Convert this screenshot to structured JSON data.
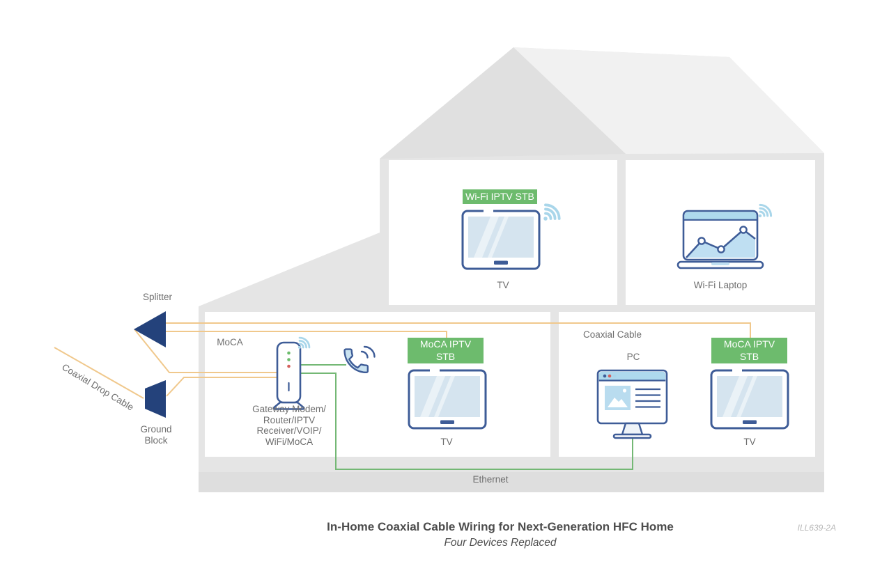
{
  "colors": {
    "navy": "#24427b",
    "outline": "#3e5c97",
    "coax": "#f0c88c",
    "ethernet": "#74b875",
    "label_green": "#6dbb6d",
    "wifi_blue": "#a9d6ea",
    "bar_blue": "#aed9ed",
    "screen_blue": "#d5e4ef",
    "chart_blue": "#bfdff2",
    "image_blue": "#b9dcef",
    "phone_blue": "#c9e2f0",
    "led_green": "#6cbc6c",
    "led_red": "#d4605c",
    "house_body": "#e5e5e5",
    "house_gable": "#e0e0e0",
    "house_roof": "#f1f1f1",
    "house_foundation": "#dedede",
    "text_gray": "#6e6e6e",
    "title_gray": "#4d4d4d",
    "code_gray": "#b9b9b9"
  },
  "figure": {
    "title": "In-Home Coaxial Cable Wiring for Next-Generation HFC Home",
    "subtitle": "Four Devices Replaced",
    "code": "ILL639-2A"
  },
  "outside": {
    "splitter": "Splitter",
    "ground_block": "Ground\nBlock",
    "drop_cable": "Coaxial Drop Cable"
  },
  "upstairs": {
    "tv_room": {
      "stb_label": "Wi-Fi IPTV STB",
      "device_label": "TV"
    },
    "laptop_room": {
      "device_label": "Wi-Fi Laptop"
    }
  },
  "downstairs": {
    "gateway_room": {
      "network_label": "MoCA",
      "gateway_label": "Gateway Modem/\nRouter/IPTV\nReceiver/VOIP/\nWiFi/MoCA",
      "stb_label": "MoCA IPTV\nSTB",
      "device_label": "TV"
    },
    "pc_room": {
      "cable_label": "Coaxial Cable",
      "pc_label": "PC",
      "stb_label": "MoCA IPTV\nSTB",
      "device_label": "TV"
    }
  },
  "floor": {
    "ethernet_label": "Ethernet"
  }
}
